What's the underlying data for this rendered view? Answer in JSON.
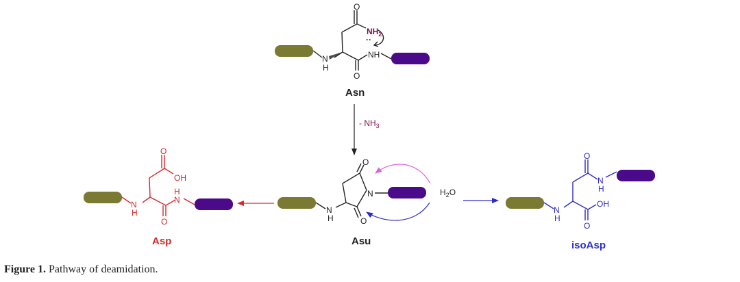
{
  "compounds": {
    "asn": "Asn",
    "asu": "Asu",
    "asp": "Asp",
    "isoasp": "isoAsp"
  },
  "labels": {
    "o": "O",
    "n": "N",
    "h": "H",
    "nh": "NH",
    "oh": "OH",
    "lone_pair": "··",
    "minus_nh": "- NH",
    "sub2": "2",
    "sub3": "3"
  },
  "caption": {
    "number": "Figure 1.",
    "text": "Pathway of deamidation."
  },
  "colors": {
    "asp": "#d42a2a",
    "isoasp": "#2c2cc8",
    "ammonia": "#7a1050",
    "chain_left": "#7a7a33",
    "chain_right": "#4a0a8a"
  }
}
